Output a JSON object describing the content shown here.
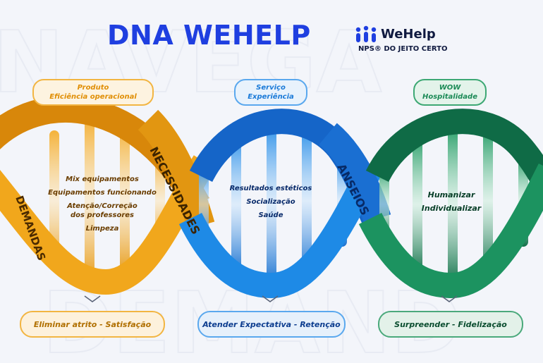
{
  "title": "DNA WEHELP",
  "logo": {
    "name": "WeHelp",
    "tagline": "NPS® DO JEITO CERTO",
    "icon": "people-logo-icon"
  },
  "colors": {
    "orange": "#f2a81d",
    "blue": "#1e88e5",
    "green": "#1a8a5a",
    "title": "#1f3fe0"
  },
  "sections": [
    {
      "id": "orange",
      "top_label": [
        "Produto",
        "Eficiência operacional"
      ],
      "items": [
        "Mix equipamentos",
        "Equipamentos funcionando",
        "Atenção/Correção\ndos professores",
        "Limpeza"
      ],
      "band_left": "DEMANDAS",
      "band_right": "NECESSIDADES",
      "bottom_label": "Eliminar atrito - Satisfação"
    },
    {
      "id": "blue",
      "top_label": [
        "Serviço",
        "Experiência"
      ],
      "items": [
        "Resultados estéticos",
        "Socialização",
        "Saúde"
      ],
      "band_right": "ANSEIOS",
      "bottom_label": "Atender Expectativa - Retenção"
    },
    {
      "id": "green",
      "top_label": [
        "WOW",
        "Hospitalidade"
      ],
      "items": [
        "Humanizar",
        "Individualizar"
      ],
      "bottom_label": "Surpreender - Fidelização"
    }
  ]
}
